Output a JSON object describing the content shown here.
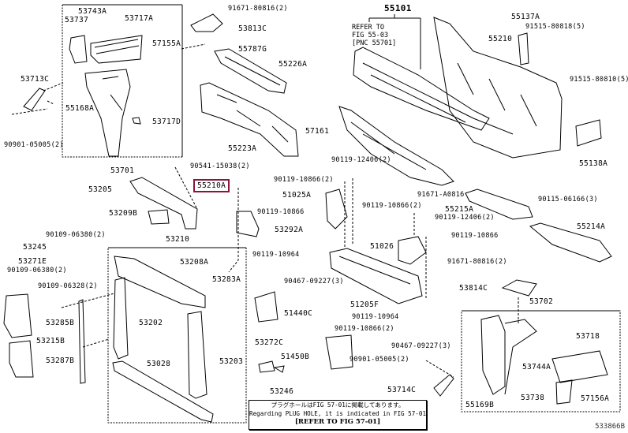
{
  "diagram": {
    "figure_id": "533866B",
    "highlight_color": "#8a1538",
    "highlighted_part": "55210A",
    "refer_note": {
      "line1": "REFER TO",
      "line2": "FIG 55-03",
      "line3": "[PNC 55701]"
    },
    "plug_hole_note": {
      "japanese": "プラグホールはFIG 57-01に掲載してあります。",
      "english": "Regarding PLUG HOLE, it is indicated in FIG 57-01",
      "refer": "[REFER TO FIG 57-01]"
    },
    "labels": {
      "p53743A": "53743A",
      "p53737": "53737",
      "p53717A": "53717A",
      "p57155A": "57155A",
      "p53713C": "53713C",
      "p55168A": "55168A",
      "p53717D": "53717D",
      "p90901_05005_l": "90901-05005(2)",
      "p53701": "53701",
      "p91671_80816_top": "91671-80816(2)",
      "p53813C": "53813C",
      "p55787G": "55787G",
      "p55226A": "55226A",
      "p55223A": "55223A",
      "p55101": "55101",
      "p55137A": "55137A",
      "p91515_80818": "91515-80818(5)",
      "p55210": "55210",
      "p91515_80810": "91515-80810(5)",
      "p57161": "57161",
      "p55138A": "55138A",
      "p90541_15038": "90541-15038(2)",
      "p55210A": "55210A",
      "p53205": "53205",
      "p53209B": "53209B",
      "p53210": "53210",
      "p90109_06380_a": "90109-06380(2)",
      "p53245": "53245",
      "p53271E": "53271E",
      "p90109_06380_b": "90109-06380(2)",
      "p53208A": "53208A",
      "p53283A": "53283A",
      "p90109_06328": "90109-06328(2)",
      "p53285B": "53285B",
      "p53215B": "53215B",
      "p53287B": "53287B",
      "p53202": "53202",
      "p53028": "53028",
      "p53203": "53203",
      "p90119_12406_a": "90119-12406(2)",
      "p90119_10866_a": "90119-10866(2)",
      "p51025A": "51025A",
      "p90119_10866_b": "90119-10866",
      "p53292A": "53292A",
      "p91671_A0816": "91671-A0816",
      "p90119_10866_c": "90119-10866(2)",
      "p90119_12406_b": "90119-12406(2)",
      "p55215A": "55215A",
      "p90115_06166": "90115-06166(3)",
      "p90119_10866_d": "90119-10866",
      "p55214A": "55214A",
      "p51026": "51026",
      "p90119_10964_a": "90119-10964",
      "p90467_09227_a": "90467-09227(3)",
      "p51440C": "51440C",
      "p51205F": "51205F",
      "p90119_10964_b": "90119-10964",
      "p90119_10866_e": "90119-10866(2)",
      "p90467_09227_b": "90467-09227(3)",
      "p53272C": "53272C",
      "p51450B": "51450B",
      "p90901_05005_r": "90901-05005(2)",
      "p53246": "53246",
      "p53714C": "53714C",
      "p91671_80816_r": "91671-80816(2)",
      "p53814C": "53814C",
      "p53702": "53702",
      "p53718": "53718",
      "p53744A": "53744A",
      "p55169B": "55169B",
      "p53738": "53738",
      "p57156A": "57156A"
    }
  }
}
